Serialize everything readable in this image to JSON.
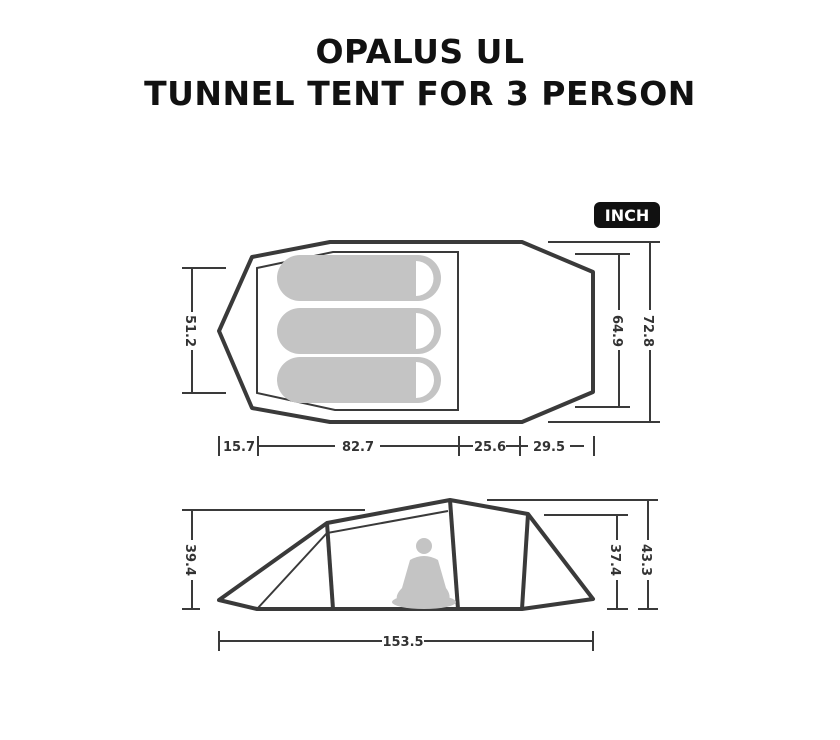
{
  "title_line1": "OPALUS UL",
  "title_line2": "TUNNEL TENT FOR 3 PERSON",
  "unit_badge": "INCH",
  "top_view": {
    "width_inner": "51.2",
    "width_vestibule": "64.9",
    "width_total": "72.8",
    "length_segments": [
      "15.7",
      "82.7",
      "25.6",
      "29.5"
    ]
  },
  "side_view": {
    "height_front": "39.4",
    "height_rear_inner": "37.4",
    "height_max": "43.3",
    "length_total": "153.5"
  },
  "colors": {
    "outline": "#3a3a3a",
    "sleeping_bag": "#c4c4c4",
    "badge": "#111111"
  }
}
